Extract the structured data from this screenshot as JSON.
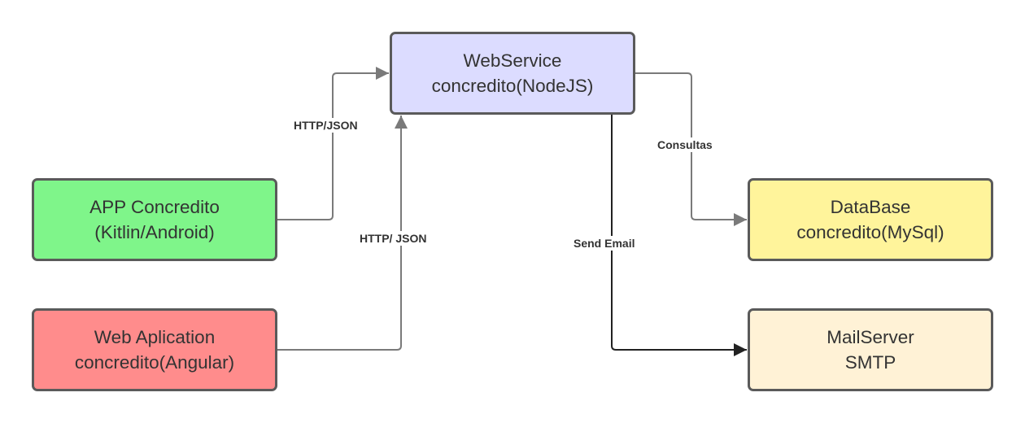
{
  "nodes": {
    "webservice": {
      "line1": "WebService",
      "line2": "concredito(NodeJS)",
      "fill": "#dcdcff"
    },
    "app": {
      "line1": "APP Concredito",
      "line2": "(Kitlin/Android)",
      "fill": "#7ff58a"
    },
    "web_app": {
      "line1": "Web Aplication",
      "line2": "concredito(Angular)",
      "fill": "#ff8c8c"
    },
    "database": {
      "line1": "DataBase",
      "line2": "concredito(MySql)",
      "fill": "#fff49b"
    },
    "mailserver": {
      "line1": "MailServer",
      "line2": "SMTP",
      "fill": "#fff2d6"
    }
  },
  "edges": {
    "app_to_ws": "HTTP/JSON",
    "web_to_ws": "HTTP/ JSON",
    "ws_to_db": "Consultas",
    "ws_to_mail": "Send Email"
  },
  "colors": {
    "border": "#5a5a5a",
    "edge_gray": "#7a7a7a",
    "edge_dark": "#222222"
  }
}
